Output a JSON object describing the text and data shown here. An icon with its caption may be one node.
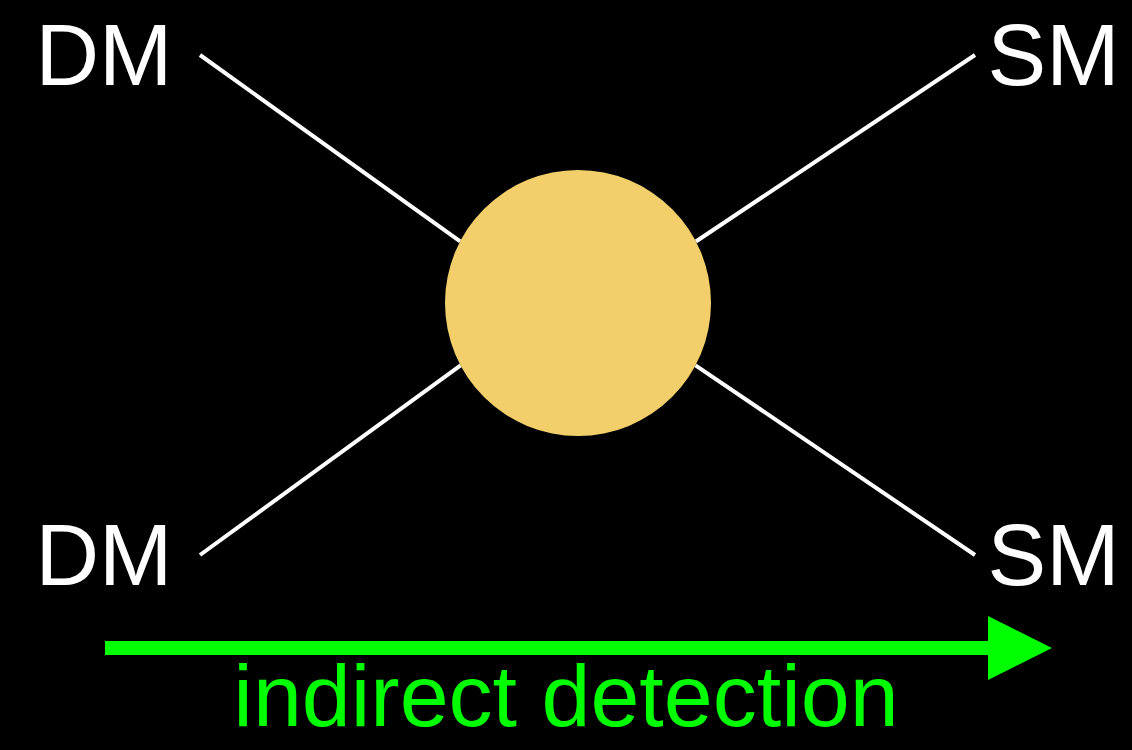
{
  "diagram": {
    "nodes": [
      {
        "text": [
          "DM"
        ]
      },
      {
        "text": [
          "SM"
        ]
      },
      {
        "text": [],
        "shape": "circle"
      },
      {
        "text": [
          "DM"
        ]
      },
      {
        "text": [
          "SM"
        ]
      }
    ],
    "edges": [
      {
        "from": 0,
        "to": 2,
        "arrow": "none"
      },
      {
        "from": 2,
        "to": 1,
        "arrow": "none"
      },
      {
        "from": 3,
        "to": 2,
        "arrow": "none"
      },
      {
        "from": 2,
        "to": 4,
        "arrow": "none"
      }
    ],
    "labels": [
      "indirect detection"
    ]
  }
}
